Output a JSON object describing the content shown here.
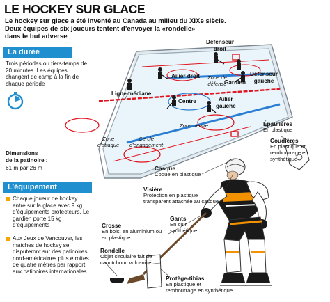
{
  "title": "LE HOCKEY SUR GLACE",
  "intro": {
    "line1": "Le hockey sur glace a été inventé au Canada au milieu du XIXe siècle.",
    "line2": "Deux équipes de six joueurs tentent d’envoyer la «rondelle»",
    "line3": "dans le but adverse"
  },
  "duree": {
    "header": "La durée",
    "text": [
      "Trois périodes ou tiers-temps de",
      "20 minutes. Les équipes",
      "changent de camp à la fin de",
      "chaque période"
    ]
  },
  "dimensions": {
    "label": "Dimensions",
    "label2": "de la patinoire :",
    "value": "61 m par 26 m"
  },
  "equipement": {
    "header": "L’équipement",
    "bullet1": [
      "Chaque joueur de hockey",
      "entre sur la glace avec 9 kg",
      "d’équipements protecteurs. Le",
      "gardien porte 15 kg",
      "d’équipements"
    ],
    "bullet2": [
      "Aux Jeux de Vancouver, les",
      "matches de hockey se",
      "disputeront sur des patinoires",
      "nord-américaines plus étroites",
      "de quatre mètres par rapport",
      "aux patinoires internationales"
    ]
  },
  "rink_labels": {
    "defenseur_droit": [
      "Défenseur",
      "droit"
    ],
    "ailier_droit": [
      "Ailier droit"
    ],
    "gardien": [
      "Gardien"
    ],
    "zone_defense": [
      "Zone de",
      "défense"
    ],
    "defenseur_gauche": [
      "Défenseur",
      "gauche"
    ],
    "ligne_mediane": [
      "Ligne médiane"
    ],
    "centre": [
      "Centre"
    ],
    "ailier_gauche": [
      "Ailier",
      "gauche"
    ],
    "zone_neutre": [
      "Zone neutre"
    ],
    "zone_attaque": [
      "Zone",
      "d’attaque"
    ],
    "cercle_engagement": [
      "Cercle",
      "d’engagement"
    ]
  },
  "equipment_items": {
    "epaulieres": {
      "title": "Épaulières",
      "desc": [
        "En plastique"
      ]
    },
    "coudieres": {
      "title": "Coudières",
      "desc": [
        "En plastique et",
        "rembourrage en",
        "synthétique"
      ]
    },
    "casque": {
      "title": "Casque",
      "desc": [
        "Coque en plastique"
      ]
    },
    "visiere": {
      "title": "Visière",
      "desc": [
        "Protection en plastique",
        "transparent attachée au casque"
      ]
    },
    "crosse": {
      "title": "Crosse",
      "desc": [
        "En bois, en aluminium ou",
        "en plastique"
      ]
    },
    "gants": {
      "title": "Gants",
      "desc": [
        "En cuir",
        "synthétique"
      ]
    },
    "rondelle": {
      "title": "Rondelle",
      "desc": [
        "Objet circulaire fait de",
        "caoutchouc vulcanisé"
      ]
    },
    "protege_tibias": {
      "title": "Protège-tibias",
      "desc": [
        "En plastique et",
        "rembourrage en synthétique"
      ]
    }
  },
  "colors": {
    "accent_blue": "#1f8fd0",
    "bullet_orange": "#f7a600",
    "ice": "#eaf5fb",
    "red_line": "#e0141e",
    "blue_line": "#2a7fd4",
    "jersey_black": "#1a1a1a",
    "jersey_orange": "#f29200"
  }
}
